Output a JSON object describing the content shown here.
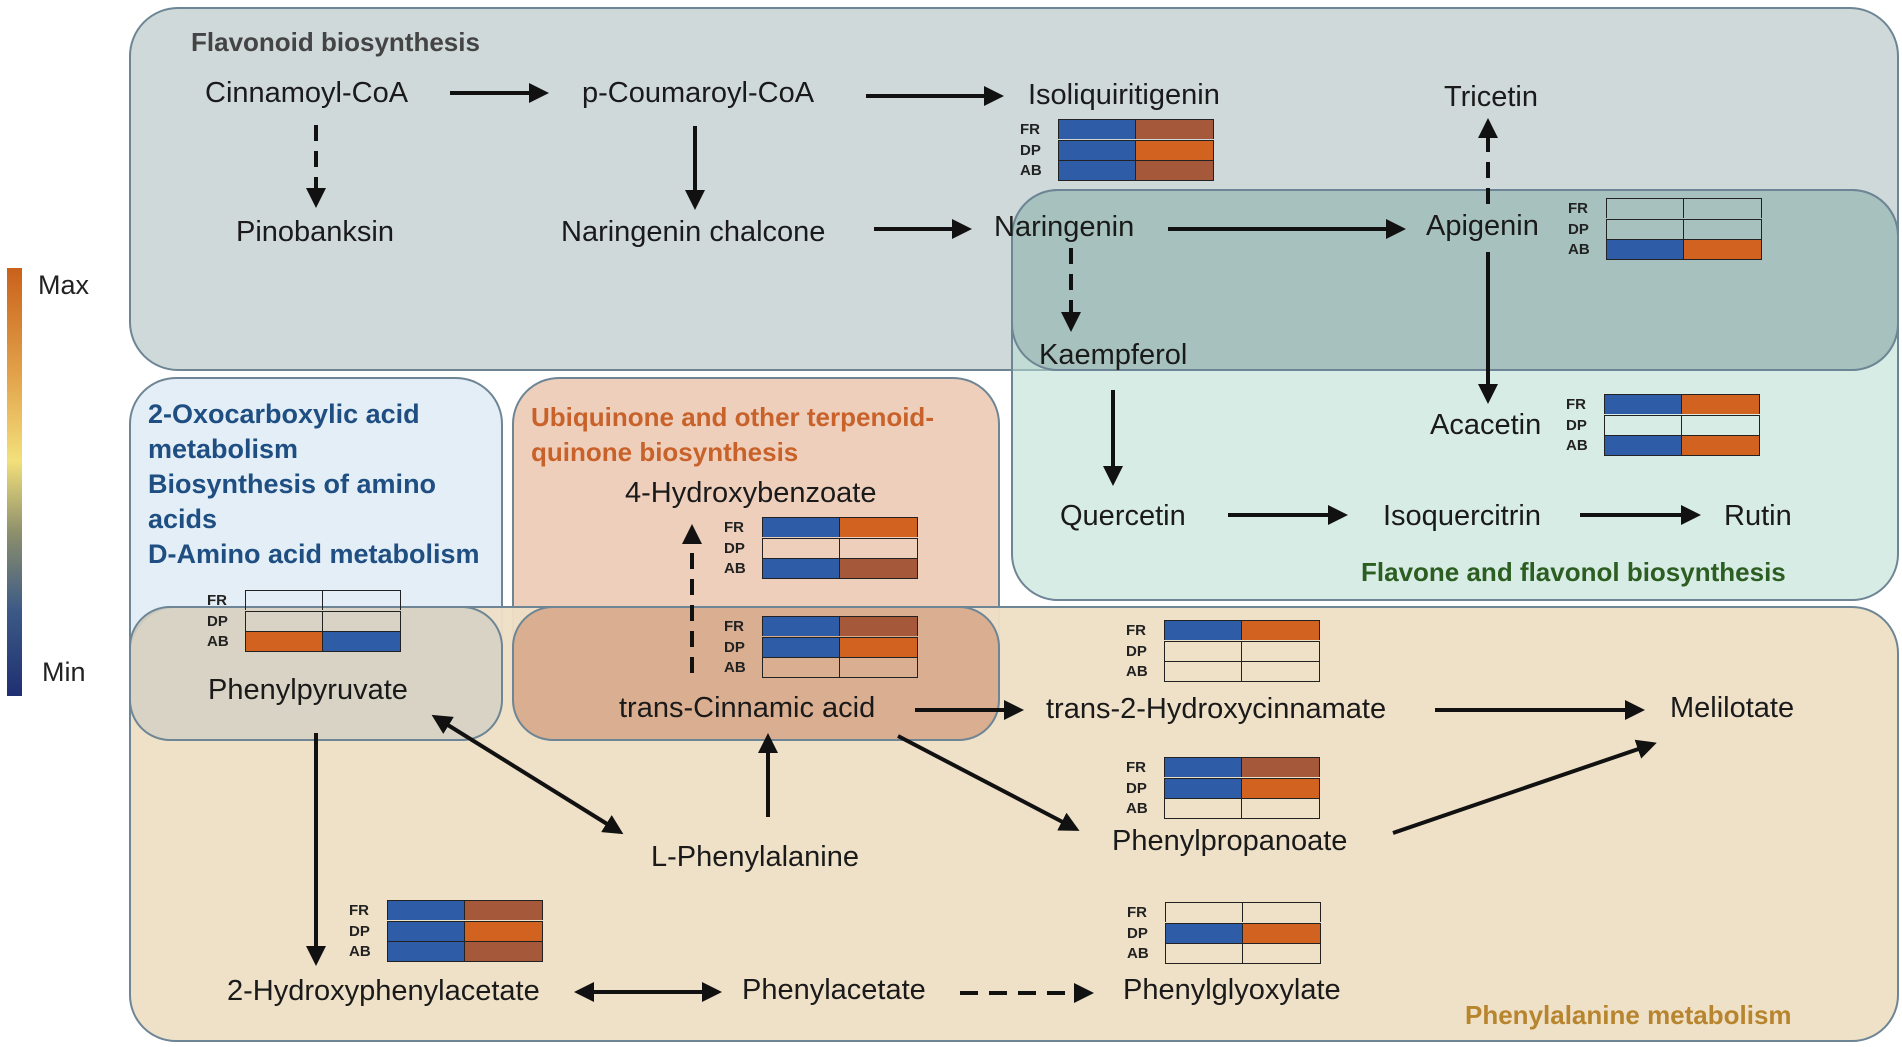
{
  "colorbar": {
    "max_label": "Max",
    "min_label": "Min"
  },
  "colors": {
    "blue": "#2f5ca6",
    "orange": "#d2621f",
    "brown": "#a5593a",
    "empty": "transparent"
  },
  "regions": {
    "flavonoid": {
      "label": "Flavonoid biosynthesis"
    },
    "oxo": {
      "label_lines": [
        "2-Oxocarboxylic acid",
        "metabolism",
        "Biosynthesis of amino",
        "acids",
        "D-Amino acid metabolism"
      ]
    },
    "ubiquinone": {
      "label_lines": [
        "Ubiquinone and other terpenoid-",
        "quinone biosynthesis"
      ]
    },
    "flavone": {
      "label": "Flavone and flavonol biosynthesis"
    },
    "phenylalanine": {
      "label": "Phenylalanine metabolism"
    }
  },
  "metabolites": {
    "cinnamoyl_coa": "Cinnamoyl-CoA",
    "p_coumaroyl_coa": "p-Coumaroyl-CoA",
    "isoliquiritigenin": "Isoliquiritigenin",
    "tricetin": "Tricetin",
    "pinobanksin": "Pinobanksin",
    "naringenin_chalcone": "Naringenin chalcone",
    "naringenin": "Naringenin",
    "apigenin": "Apigenin",
    "kaempferol": "Kaempferol",
    "acacetin": "Acacetin",
    "quercetin": "Quercetin",
    "isoquercitrin": "Isoquercitrin",
    "rutin": "Rutin",
    "hydroxybenzoate": "4-Hydroxybenzoate",
    "phenylpyruvate": "Phenylpyruvate",
    "trans_cinnamic": "trans-Cinnamic acid",
    "trans_2_hydroxycinnamate": "trans-2-Hydroxycinnamate",
    "melilotate": "Melilotate",
    "phenylpropanoate": "Phenylpropanoate",
    "l_phenylalanine": "L-Phenylalanine",
    "hydroxyphenylacetate": "2-Hydroxyphenylacetate",
    "phenylacetate": "Phenylacetate",
    "phenylglyoxylate": "Phenylglyoxylate"
  },
  "row_labels": [
    "FR",
    "DP",
    "AB"
  ],
  "heatmaps": {
    "isoliquiritigenin": [
      [
        "blue",
        "brown"
      ],
      [
        "blue",
        "orange"
      ],
      [
        "blue",
        "brown"
      ]
    ],
    "apigenin": [
      [
        "empty",
        "empty"
      ],
      [
        "empty",
        "empty"
      ],
      [
        "blue",
        "orange"
      ]
    ],
    "acacetin": [
      [
        "blue",
        "orange"
      ],
      [
        "empty",
        "empty"
      ],
      [
        "blue",
        "orange"
      ]
    ],
    "hydroxybenzoate": [
      [
        "blue",
        "orange"
      ],
      [
        "empty",
        "empty"
      ],
      [
        "blue",
        "brown"
      ]
    ],
    "trans_cinnamic": [
      [
        "blue",
        "brown"
      ],
      [
        "blue",
        "orange"
      ],
      [
        "empty",
        "empty"
      ]
    ],
    "phenylpyruvate": [
      [
        "empty",
        "empty"
      ],
      [
        "empty",
        "empty"
      ],
      [
        "orange",
        "blue"
      ]
    ],
    "trans_2_hydroxycinnamate": [
      [
        "blue",
        "orange"
      ],
      [
        "empty",
        "empty"
      ],
      [
        "empty",
        "empty"
      ]
    ],
    "phenylpropanoate": [
      [
        "blue",
        "brown"
      ],
      [
        "blue",
        "orange"
      ],
      [
        "empty",
        "empty"
      ]
    ],
    "hydroxyphenylacetate": [
      [
        "blue",
        "brown"
      ],
      [
        "blue",
        "orange"
      ],
      [
        "blue",
        "brown"
      ]
    ],
    "phenylglyoxylate": [
      [
        "empty",
        "empty"
      ],
      [
        "blue",
        "orange"
      ],
      [
        "empty",
        "empty"
      ]
    ]
  }
}
